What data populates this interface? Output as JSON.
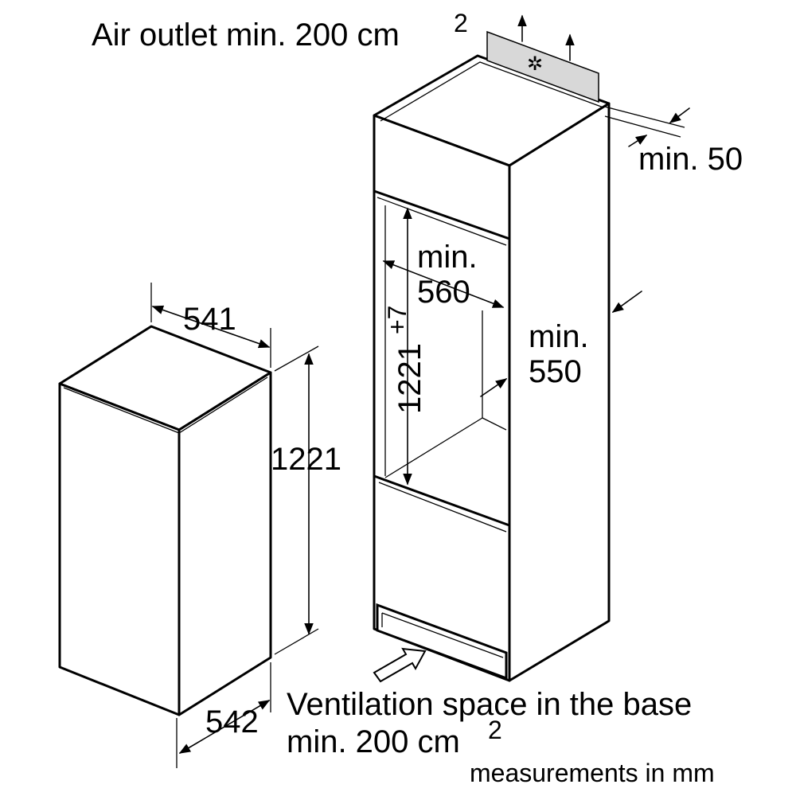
{
  "labels": {
    "air_outlet": "Air outlet min. 200 cm",
    "air_outlet_sup": "2",
    "min_50": "min. 50",
    "min_560_line1": "min.",
    "min_560_line2": "560",
    "height_niche": "1221",
    "height_niche_tol": "+7",
    "min_550_line1": "min.",
    "min_550_line2": "550",
    "width_541": "541",
    "height_1221": "1221",
    "depth_542": "542",
    "ventilation_line1": "Ventilation space in the base",
    "ventilation_line2": "min. 200 cm",
    "ventilation_sup": "2",
    "units_note": "measurements in mm"
  }
}
